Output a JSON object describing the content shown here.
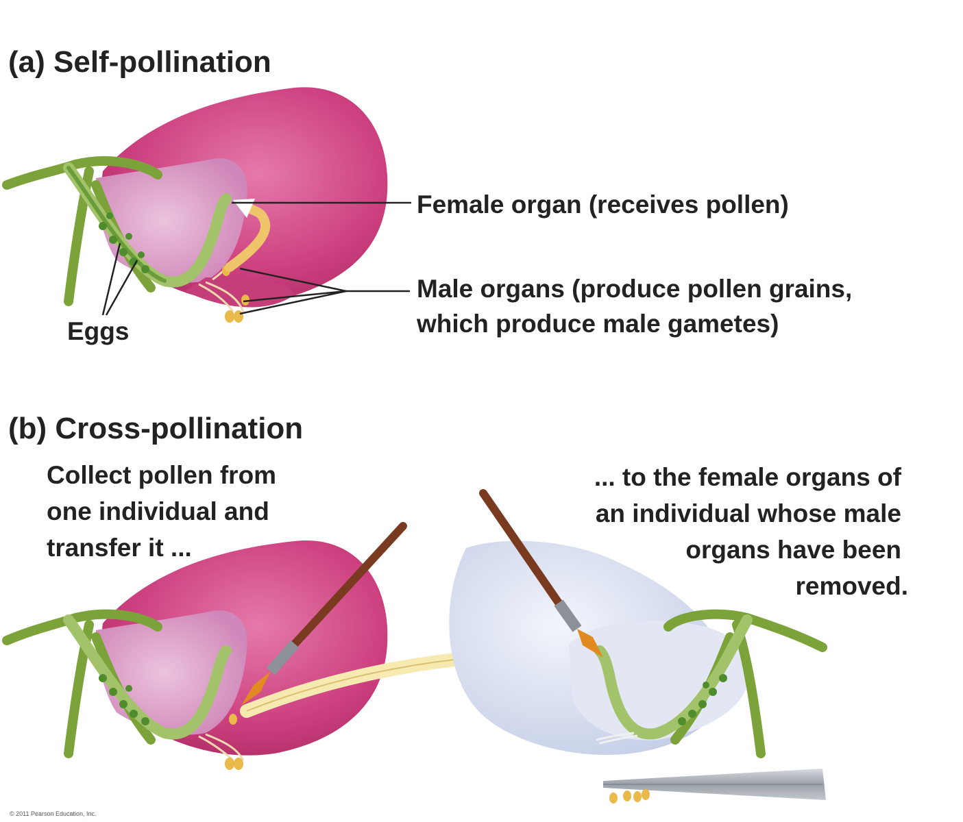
{
  "panel_a": {
    "title": "(a) Self-pollination",
    "label_female": "Female organ (receives pollen)",
    "label_male": [
      "Male organs (produce pollen grains,",
      "which produce male gametes)"
    ],
    "label_eggs": "Eggs"
  },
  "panel_b": {
    "title": "(b) Cross-pollination",
    "caption_left": [
      "Collect pollen from",
      "one individual and",
      "transfer it ..."
    ],
    "caption_right": [
      "... to the female organs of",
      "an individual whose male",
      "organs have been",
      "removed."
    ]
  },
  "copyright": "© 2011 Pearson Education, Inc.",
  "colors": {
    "petal_pink": "#cc3f7e",
    "petal_inner": "#d98cc0",
    "petal_white": "#d4dcef",
    "stem_green": "#7ba33a",
    "egg_green": "#5e9a35",
    "pollen_yellow": "#e9b94a",
    "arrow_cream": "#f6eab0"
  }
}
